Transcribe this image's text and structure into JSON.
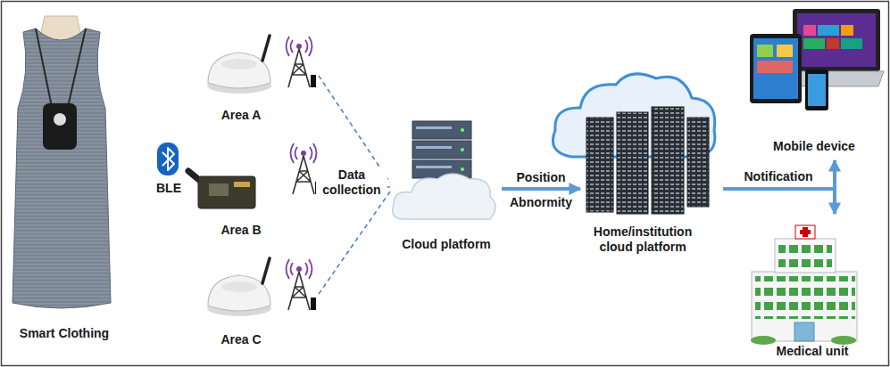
{
  "diagram": {
    "nodes": [
      {
        "text": [
          "Smart Clothing"
        ]
      },
      {
        "text": [
          "BLE"
        ]
      },
      {
        "text": [
          "Area A"
        ]
      },
      {
        "text": [
          "Area B"
        ]
      },
      {
        "text": [
          "Area C"
        ]
      },
      {
        "text": [
          "Cloud platform"
        ]
      },
      {
        "text": [
          "Home/institution cloud platform"
        ]
      },
      {
        "text": [
          "Mobile device"
        ]
      },
      {
        "text": [
          "Medical unit"
        ]
      }
    ],
    "edges": [
      {
        "from": 2,
        "to": 5,
        "arrow": "none"
      },
      {
        "from": 3,
        "to": 5,
        "arrow": "none",
        "label": "Data collection"
      },
      {
        "from": 4,
        "to": 5,
        "arrow": "none"
      },
      {
        "from": 5,
        "to": 6,
        "arrow": "to",
        "label": "Position"
      },
      {
        "from": 6,
        "to": 7,
        "arrow": "to",
        "label": "Notification"
      },
      {
        "from": 6,
        "to": 8,
        "arrow": "to"
      }
    ],
    "labels": [
      "Abnormity"
    ]
  }
}
